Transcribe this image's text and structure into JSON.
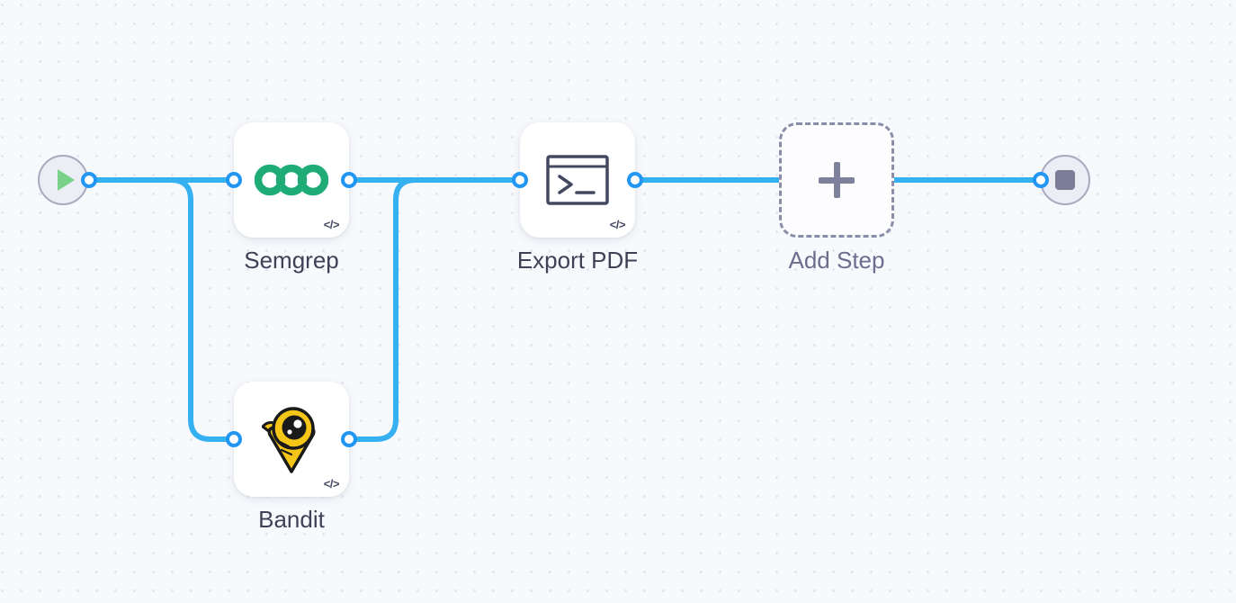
{
  "canvas": {
    "background_color": "#f7f9fc",
    "dot_color": "#e3e4ee",
    "edge_color": "#35b0f0",
    "port_color": "#2196f3"
  },
  "start_node": {
    "name": "start",
    "icon": "play-icon",
    "icon_color": "#79d18a"
  },
  "end_node": {
    "name": "end",
    "icon": "stop-icon",
    "icon_color": "#7b7d99"
  },
  "nodes": [
    {
      "id": "semgrep",
      "label": "Semgrep",
      "icon": "semgrep-logo-icon",
      "badge": "</>",
      "accent_color": "#1fab76",
      "style": "card"
    },
    {
      "id": "bandit",
      "label": "Bandit",
      "icon": "bandit-logo-icon",
      "badge": "</>",
      "accent_color": "#f5c518",
      "style": "card"
    },
    {
      "id": "export-pdf",
      "label": "Export PDF",
      "icon": "terminal-icon",
      "badge": "</>",
      "accent_color": "#44485f",
      "style": "card"
    },
    {
      "id": "add-step",
      "label": "Add Step",
      "icon": "plus-icon",
      "badge": "",
      "accent_color": "#7e819c",
      "style": "dashed"
    }
  ]
}
